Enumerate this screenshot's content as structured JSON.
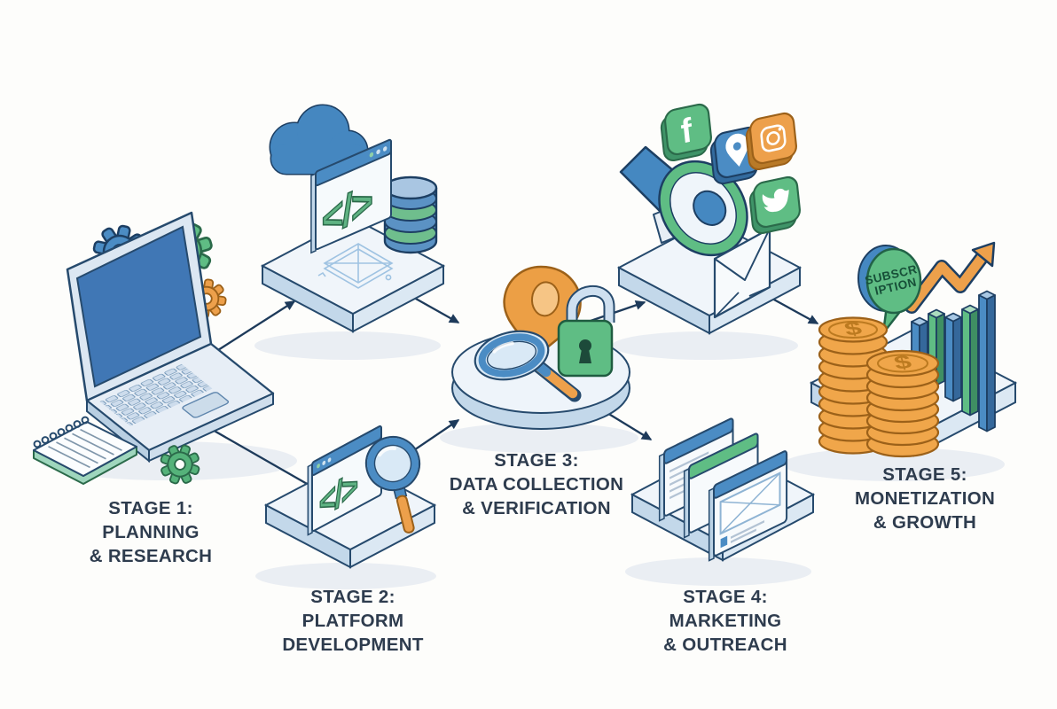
{
  "diagram": {
    "type": "isometric process flow, 5 stages",
    "background": "#fdfdfb",
    "colors": {
      "blue": "#4b8cc4",
      "light_blue": "#c6dbec",
      "pale_blue": "#eef4fa",
      "green": "#5fbd84",
      "orange": "#eda04b",
      "outline_navy": "#264a6d",
      "outline_green": "#2b6a4a",
      "outline_orange": "#9c6119",
      "arrow": "#1d3a5a",
      "label_text": "#2e3c4e"
    }
  },
  "stages": [
    {
      "name": "stage-1",
      "label_lines": [
        "STAGE 1:",
        "PLANNING",
        "& RESEARCH"
      ],
      "icons": [
        "laptop-icon",
        "gear-icon",
        "gear-icon",
        "gear-icon",
        "gear-icon",
        "notepad-icon"
      ]
    },
    {
      "name": "stage-2",
      "label_lines": [
        "STAGE 2:",
        "PLATFORM",
        "DEVELOPMENT"
      ],
      "code_glyph": "</>",
      "icons": [
        "cloud-icon",
        "browser-window-icon",
        "database-icon",
        "wireframe-icon",
        "code-icon",
        "magnifier-icon"
      ]
    },
    {
      "name": "stage-3",
      "label_lines": [
        "STAGE 3:",
        "DATA COLLECTION",
        "& VERIFICATION"
      ],
      "icons": [
        "magnifier-icon",
        "location-pin-icon",
        "padlock-icon"
      ]
    },
    {
      "name": "stage-4",
      "label_lines": [
        "STAGE 4:",
        "MARKETING",
        "& OUTREACH"
      ],
      "facebook_glyph": "f",
      "icons": [
        "megaphone-icon",
        "facebook-icon",
        "location-app-icon",
        "instagram-icon",
        "twitter-icon",
        "envelope-icon",
        "web-pages-icon"
      ]
    },
    {
      "name": "stage-5",
      "label_lines": [
        "STAGE 5:",
        "MONETIZATION",
        "& GROWTH"
      ],
      "bubble_lines": [
        "SUBSCR",
        "IPTION"
      ],
      "dollar_glyph": "$",
      "icons": [
        "coins-icon",
        "bar-chart-icon",
        "growth-arrow-icon",
        "subscription-bubble-icon"
      ]
    }
  ],
  "connections": [
    {
      "from": "stage-1-laptop",
      "to": "stage-2-upper-platform",
      "arrowhead": true
    },
    {
      "from": "stage-1-laptop",
      "to": "stage-2-lower-platform",
      "arrowhead": false
    },
    {
      "from": "stage-2-upper-platform",
      "to": "stage-3-disc",
      "arrowhead": true
    },
    {
      "from": "stage-2-lower-platform",
      "to": "stage-3-disc",
      "arrowhead": true
    },
    {
      "from": "stage-3-disc",
      "to": "stage-4-upper-platform",
      "arrowhead": true
    },
    {
      "from": "stage-3-disc",
      "to": "stage-4-lower-platform",
      "arrowhead": true
    },
    {
      "from": "stage-4-upper-platform",
      "to": "stage-5-platform",
      "arrowhead": true
    }
  ]
}
